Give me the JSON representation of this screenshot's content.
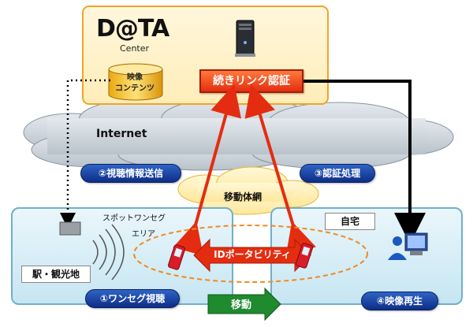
{
  "data_center": {
    "logo": "D@TA",
    "logo_sub": "Center",
    "content_label_line1": "映像",
    "content_label_line2": "コンテンツ",
    "auth_label": "続きリンク認証"
  },
  "network": {
    "internet": "Internet",
    "mobile": "移動体網"
  },
  "station": {
    "label": "駅・観光地",
    "spot_line1": "スポットワンセグ",
    "spot_line2": "エリア"
  },
  "home": {
    "label": "自宅"
  },
  "steps": {
    "step1": "①ワンセグ視聴",
    "step2": "②視聴情報送信",
    "step3": "③認証処理",
    "step4": "④映像再生"
  },
  "portability": "IDポータビリティ",
  "move": "移動",
  "colors": {
    "orange_border": "#f0a428",
    "auth_red": "#e42d10",
    "bubble_blue": "#0d2e86",
    "zone_blue": "#6fb0cc",
    "move_green": "#1f8a2e"
  }
}
